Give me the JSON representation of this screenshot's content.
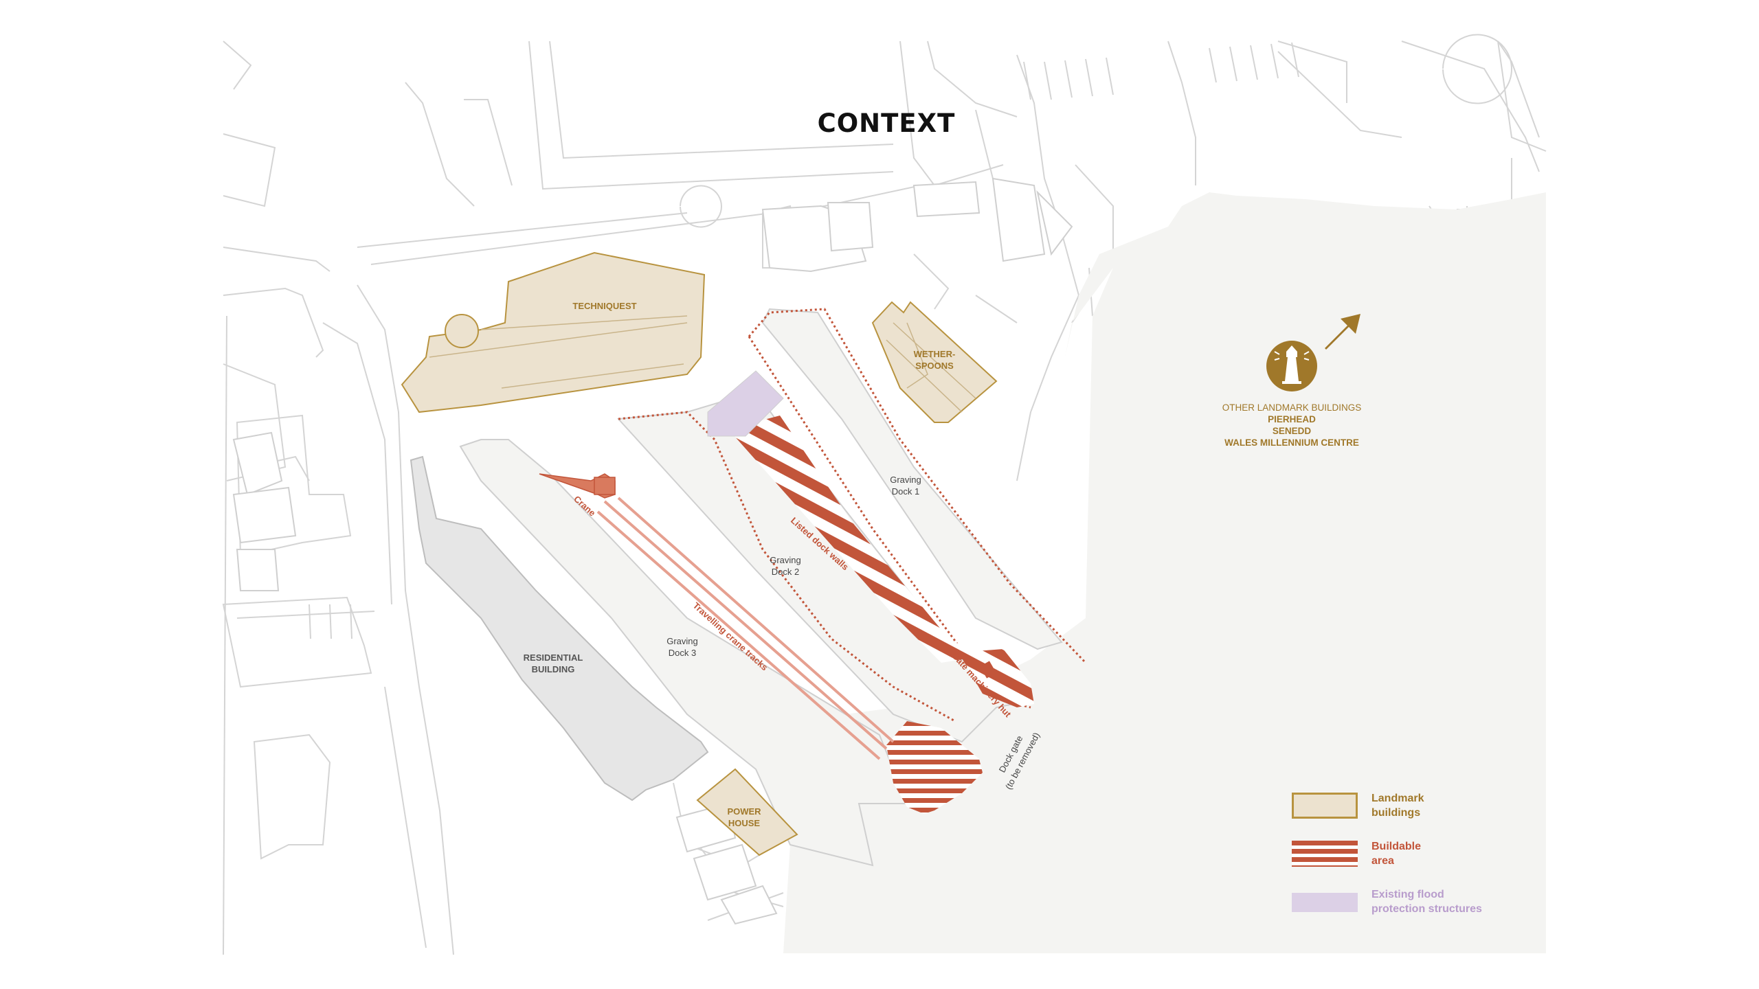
{
  "title": "CONTEXT",
  "colors": {
    "landmark_fill": "#ece2cf",
    "landmark_stroke": "#b8933f",
    "buildable": "#c2553a",
    "flood": "#dcd0e6",
    "residential": "#e6e6e6",
    "line": "#cfcfcf",
    "water": "#f4f4f2",
    "dock_label": "#444444",
    "accent_text": "#a0782a"
  },
  "map_labels": {
    "techniquest": "TECHNIQUEST",
    "wetherspoons_1": "WETHER-",
    "wetherspoons_2": "SPOONS",
    "residential_1": "RESIDENTIAL",
    "residential_2": "BUILDING",
    "powerhouse_1": "POWER",
    "powerhouse_2": "HOUSE",
    "dock1_1": "Graving",
    "dock1_2": "Dock 1",
    "dock2_1": "Graving",
    "dock2_2": "Dock 2",
    "dock3_1": "Graving",
    "dock3_2": "Dock 3",
    "crane": "Crane",
    "crane_tracks": "Travelling crane tracks",
    "listed_walls": "Listed dock walls",
    "gate_hut": "Gate machinery hut",
    "dock_gate_1": "Dock gate",
    "dock_gate_2": "(to be removed)"
  },
  "landmarks_panel": {
    "icon": "lighthouse-icon",
    "arrow": "arrow-northeast-icon",
    "heading": "OTHER LANDMARK BUILDINGS",
    "items": [
      "PIERHEAD",
      "SENEDD",
      "WALES MILLENNIUM CENTRE"
    ]
  },
  "legend": [
    {
      "label_1": "Landmark",
      "label_2": "buildings",
      "type": "landmark",
      "color": "#b8933f"
    },
    {
      "label_1": "Buildable",
      "label_2": "area",
      "type": "buildable",
      "color": "#c2553a"
    },
    {
      "label_1": "Existing flood",
      "label_2": "protection structures",
      "type": "flood",
      "color": "#b89ccc"
    }
  ]
}
